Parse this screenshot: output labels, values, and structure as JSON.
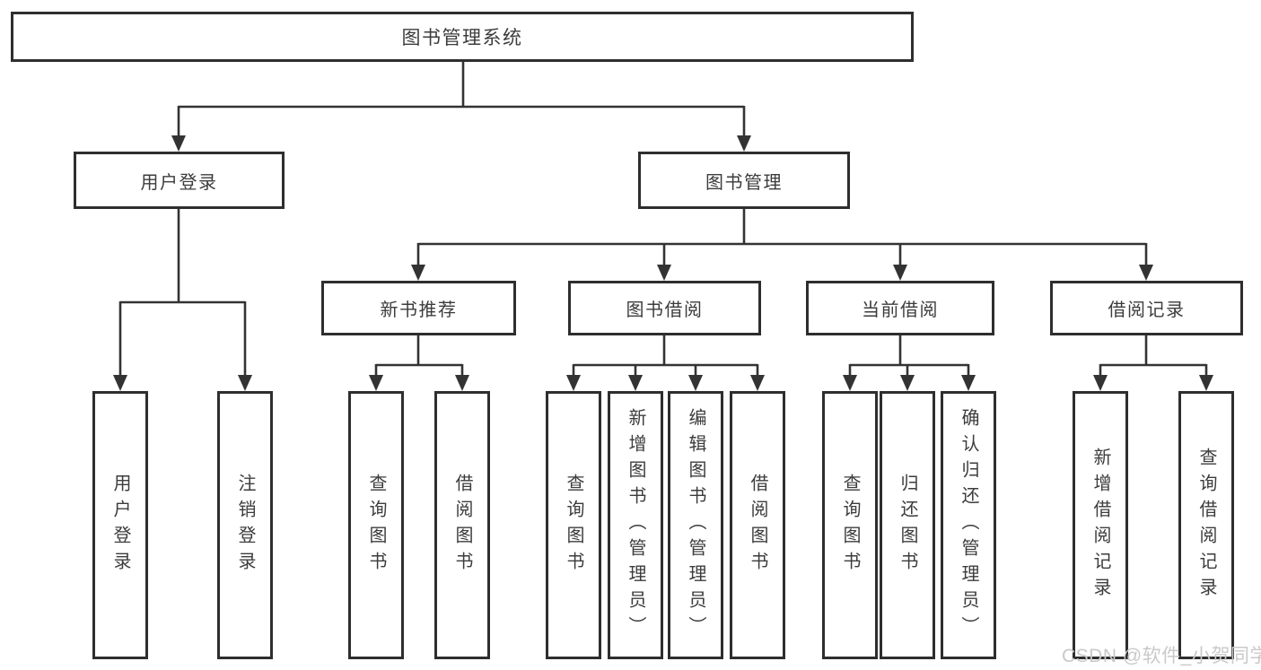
{
  "diagram": {
    "title_node": "图书管理系统",
    "root": {
      "label": "图书管理系统"
    },
    "branches": [
      {
        "label": "用户登录",
        "children": [
          {
            "label": "用户登录"
          },
          {
            "label": "注销登录"
          }
        ]
      },
      {
        "label": "图书管理",
        "groups": [
          {
            "label": "新书推荐",
            "children": [
              {
                "label": "查询图书"
              },
              {
                "label": "借阅图书"
              }
            ]
          },
          {
            "label": "图书借阅",
            "children": [
              {
                "label": "查询图书"
              },
              {
                "label": "新增图书（管理员）"
              },
              {
                "label": "编辑图书（管理员）"
              },
              {
                "label": "借阅图书"
              }
            ]
          },
          {
            "label": "当前借阅",
            "children": [
              {
                "label": "查询图书"
              },
              {
                "label": "归还图书"
              },
              {
                "label": "确认归还（管理员）"
              }
            ]
          },
          {
            "label": "借阅记录",
            "children": [
              {
                "label": "新增借阅记录"
              },
              {
                "label": "查询借阅记录"
              }
            ]
          }
        ]
      }
    ]
  },
  "watermark": {
    "text": "CSDN @软件_小贺同学"
  },
  "colors": {
    "line": "#333333",
    "box_border": "#2e2e2e",
    "text": "#3c3c3c",
    "background": "#ffffff",
    "watermark": "#c9c9c9"
  }
}
